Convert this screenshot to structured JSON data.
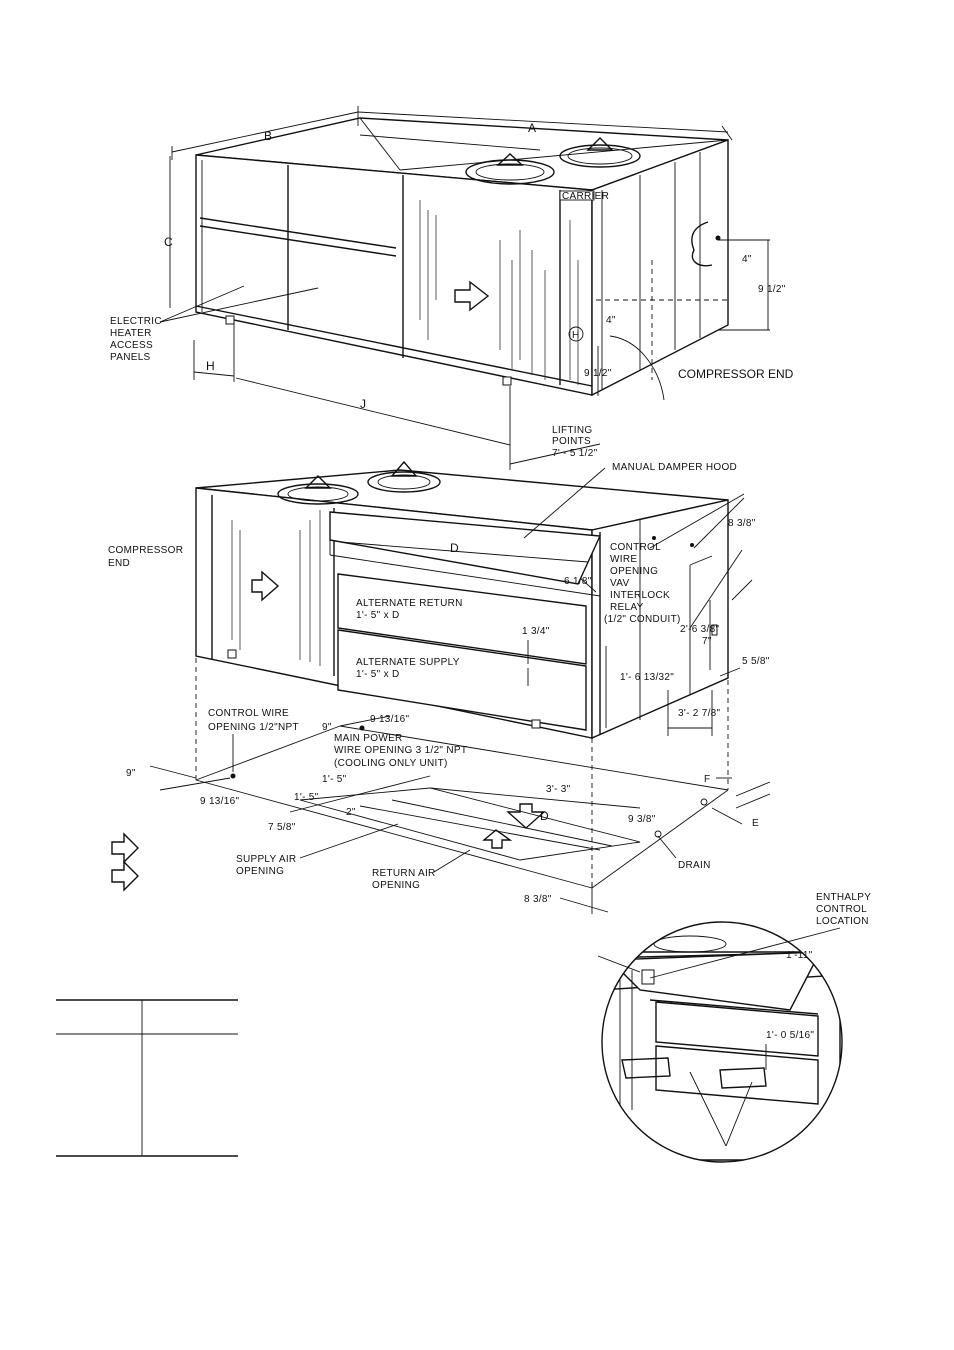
{
  "dims": {
    "A": "A",
    "B": "B",
    "C": "C",
    "D": "D",
    "D2": "D",
    "E": "E",
    "F": "F",
    "H": "H",
    "J": "J",
    "H_small": "H",
    "four_in_a": "4\"",
    "four_in_b": "4\"",
    "nine_half_a": "9 1/2\"",
    "nine_half_b": "9 1/2\"",
    "lifting_line1": "LIFTING",
    "lifting_line2": "POINTS",
    "lifting_line3": "7' - 5 1/2\"",
    "eight_3_8_a": "8 3/8\"",
    "eight_3_8_b": "8 3/8\"",
    "six_1_8": "6 1/8\"",
    "one_3_4": "1 3/4\"",
    "two_6_3_8": "2'-6 3/8\"",
    "one_6_13_32": "1'- 6 13/32\"",
    "seven_in": "7\"",
    "five_5_8": "5 5/8\"",
    "three_2_7_8": "3'- 2 7/8\"",
    "nine_in_a": "9\"",
    "nine_13_16_a": "9 13/16\"",
    "nine_in_b": "9\"",
    "nine_13_16_b": "9 13/16\"",
    "one_5_a": "1'- 5\"",
    "one_5_b": "1'- 5\"",
    "two_in": "2\"",
    "seven_5_8": "7 5/8\"",
    "three_3": "3'- 3\"",
    "nine_3_8": "9 3/8\"",
    "one_11": "1'-11\"",
    "one_0_5_16": "1'- 0 5/16\""
  },
  "labels": {
    "electric_heater": [
      "ELECTRIC",
      "HEATER",
      "ACCESS",
      "PANELS"
    ],
    "compressor_end_top": "COMPRESSOR END",
    "compressor_end_mid": [
      "COMPRESSOR",
      "END"
    ],
    "manual_damper": "MANUAL DAMPER HOOD",
    "control_wire_vav": [
      "CONTROL",
      "WIRE",
      "OPENING",
      "VAV",
      "INTERLOCK",
      "RELAY",
      "(1/2\" CONDUIT)"
    ],
    "alt_return": [
      "ALTERNATE RETURN",
      "1'- 5\" x D"
    ],
    "alt_supply": [
      "ALTERNATE SUPPLY",
      "1'- 5\" x D"
    ],
    "control_wire_npt": [
      "CONTROL WIRE",
      "OPENING 1/2\"NPT"
    ],
    "main_power": [
      "MAIN POWER",
      "WIRE OPENING 3 1/2\" NPT",
      "(COOLING ONLY UNIT)"
    ],
    "supply_air": [
      "SUPPLY AIR",
      "OPENING"
    ],
    "return_air": [
      "RETURN AIR",
      "OPENING"
    ],
    "drain": "DRAIN",
    "enthalpy": [
      "ENTHALPY",
      "CONTROL",
      "LOCATION"
    ],
    "logo": "CARRIER"
  },
  "colors": {
    "ink": "#111111",
    "paper": "#ffffff"
  }
}
